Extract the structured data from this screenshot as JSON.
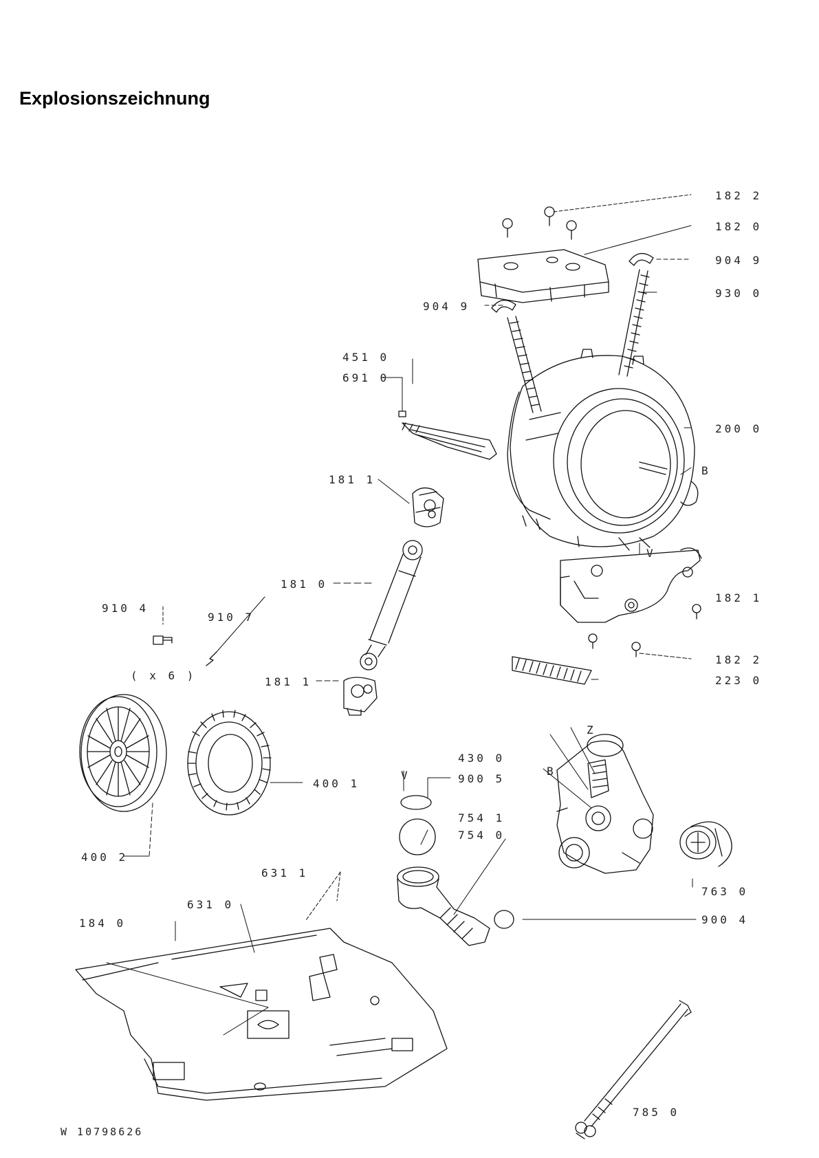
{
  "page": {
    "title": "Explosionszeichnung",
    "doc_code": "W 10798626"
  },
  "labels": {
    "l1822a": "182 2",
    "l1820": "182 0",
    "l9049a": "904 9",
    "l9300": "930 0",
    "l9049b": "904 9",
    "l4510": "451 0",
    "l6910": "691 0",
    "l2000": "200 0",
    "lB1": "B",
    "l1811a": "181 1",
    "l1810": "181 0",
    "lV1": "V",
    "l1821": "182 1",
    "l9104": "910 4",
    "l9107": "910 7",
    "lx6": "( x 6 )",
    "l1811b": "181 1",
    "l1822b": "182 2",
    "l2230": "223 0",
    "l4300": "430 0",
    "lV2": "V",
    "l9005": "900 5",
    "l4001": "400 1",
    "lZ": "Z",
    "lB2": "B",
    "l7541": "754 1",
    "l7540": "754 0",
    "l4002": "400 2",
    "l6311": "631 1",
    "l6310": "631 0",
    "l1840": "184 0",
    "l7630": "763 0",
    "l9004": "900 4",
    "l7850": "785 0"
  }
}
